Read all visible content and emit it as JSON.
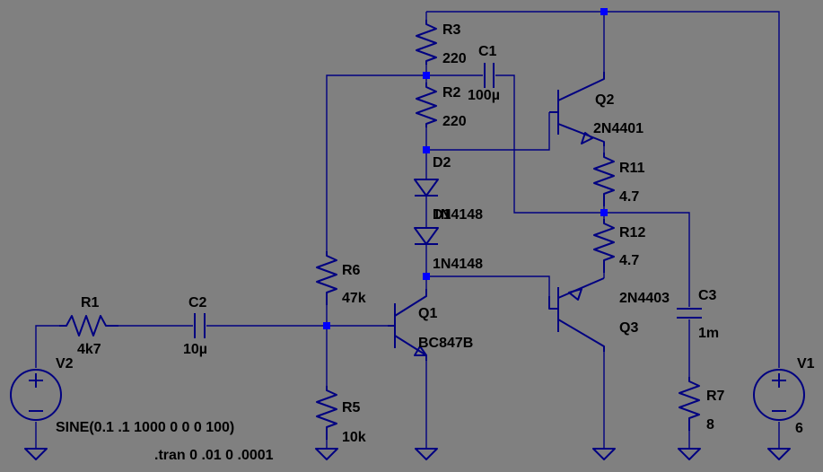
{
  "schematic": {
    "components": {
      "R1": {
        "ref": "R1",
        "value": "4k7"
      },
      "R2": {
        "ref": "R2",
        "value": "220"
      },
      "R3": {
        "ref": "R3",
        "value": "220"
      },
      "R5": {
        "ref": "R5",
        "value": "10k"
      },
      "R6": {
        "ref": "R6",
        "value": "47k"
      },
      "R7": {
        "ref": "R7",
        "value": "8"
      },
      "R11": {
        "ref": "R11",
        "value": "4.7"
      },
      "R12": {
        "ref": "R12",
        "value": "4.7"
      },
      "C1": {
        "ref": "C1",
        "value": "100µ"
      },
      "C2": {
        "ref": "C2",
        "value": "10µ"
      },
      "C3": {
        "ref": "C3",
        "value": "1m"
      },
      "D2": {
        "ref": "D2",
        "value": "1N4148"
      },
      "D1": {
        "ref": "D1",
        "value": "1N4148"
      },
      "Q1": {
        "ref": "Q1",
        "value": "BC847B"
      },
      "Q2": {
        "ref": "Q2",
        "value": "2N4401"
      },
      "Q3": {
        "ref": "Q3",
        "value": "2N4403"
      },
      "V1": {
        "ref": "V1",
        "value": "6"
      },
      "V2": {
        "ref": "V2",
        "value": "SINE(0.1 .1 1000 0 0 0 100)"
      }
    },
    "directive": ".tran 0 .01 0 .0001"
  }
}
